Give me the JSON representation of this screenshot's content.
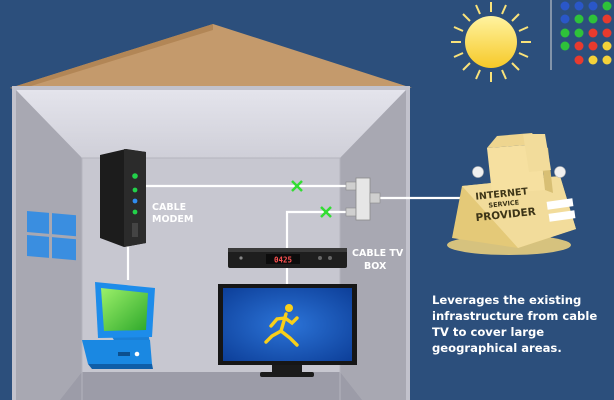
{
  "labels": {
    "cable_modem_line1": "CABLE",
    "cable_modem_line2": "MODEM",
    "cable_tv_box_line1": "CABLE TV",
    "cable_tv_box_line2": "BOX",
    "isp_line1": "INTERNET",
    "isp_line2": "SERVICE",
    "isp_line3": "PROVIDER",
    "tv_box_display": "0425",
    "caption": "Leverages the existing infrastructure from cable TV to cover large geographical areas."
  },
  "colors": {
    "background": "#2c4f7c",
    "roof": "#c49a6c",
    "cable": "#ffffff",
    "splice_marker": "#33dd33",
    "isp_box": "#f2dc9b"
  },
  "icons": {
    "sun": "sun-icon",
    "window": "window-icon",
    "runner": "running-person-icon"
  }
}
